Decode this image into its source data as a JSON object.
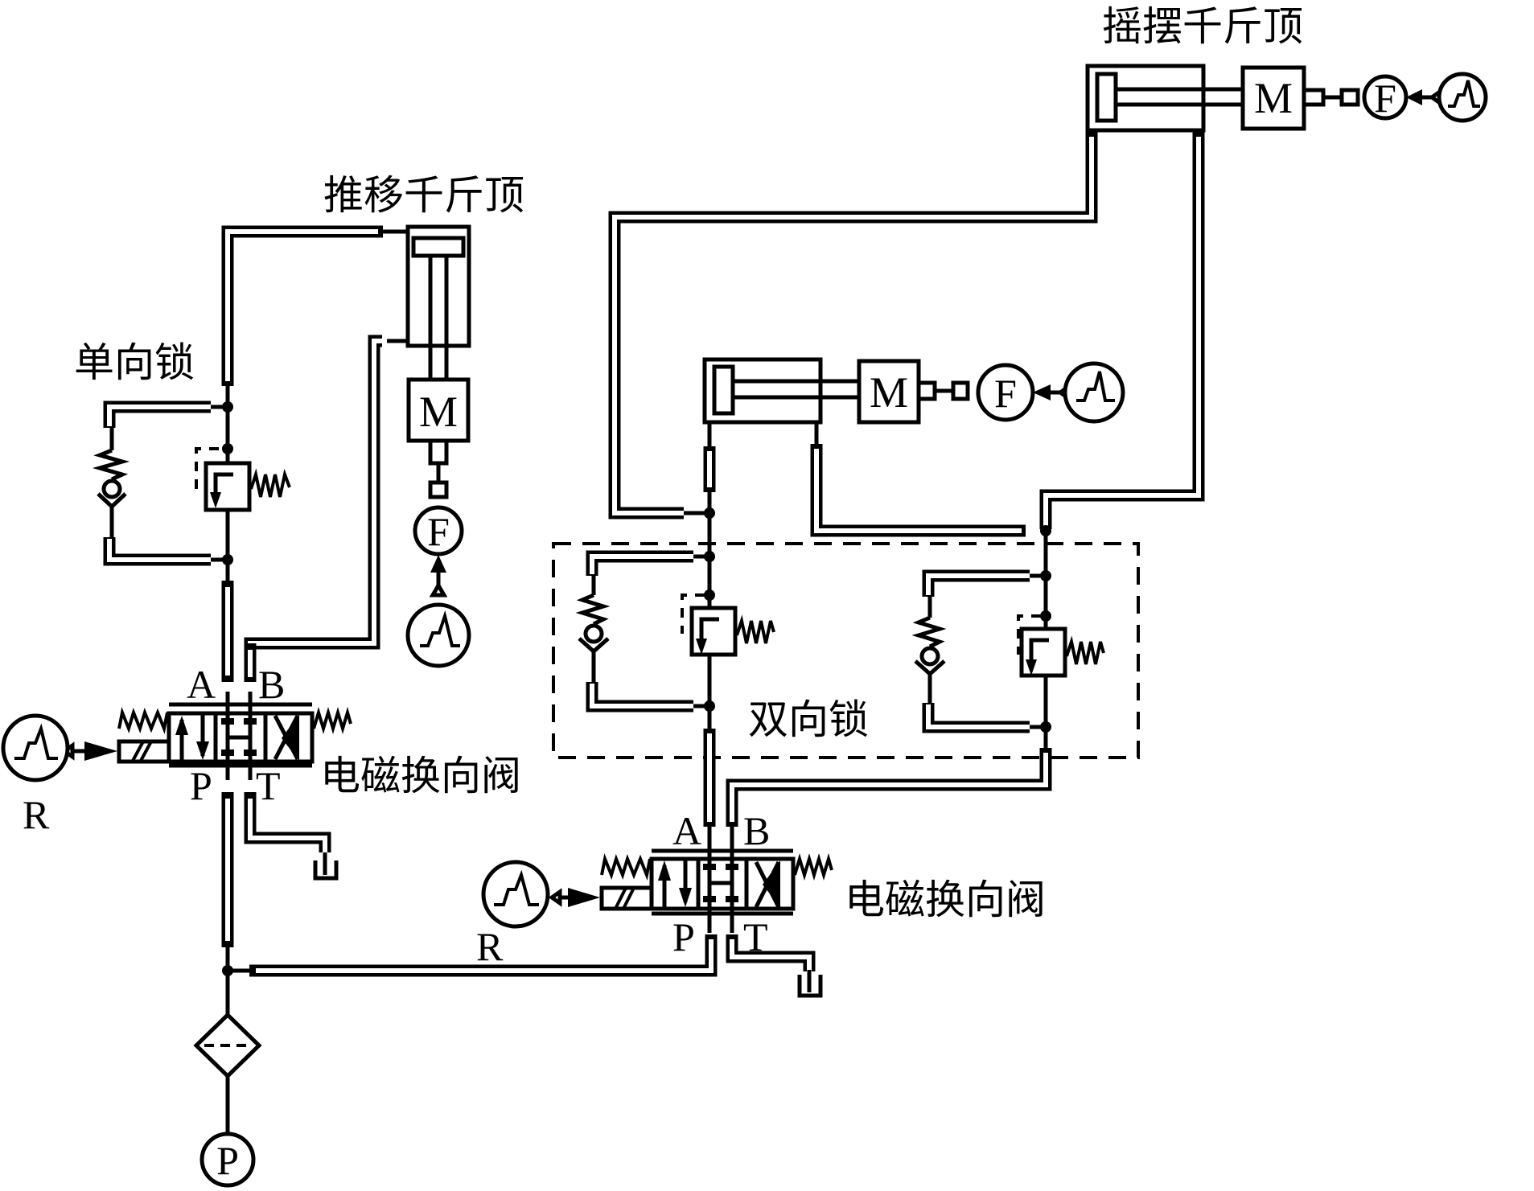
{
  "labels": {
    "swing_jack": "摇摆千斤顶",
    "push_jack": "推移千斤顶",
    "single_lock": "单向锁",
    "double_lock": "双向锁",
    "valve_left": "电磁换向阀",
    "valve_right": "电磁换向阀"
  },
  "ports": {
    "A": "A",
    "B": "B",
    "P": "P",
    "T": "T"
  },
  "symbols": {
    "mass": "M",
    "force": "F",
    "signal_left": "R",
    "signal_right": "R",
    "pump": "P"
  },
  "icons": [
    "signal-source-icon",
    "force-source-icon",
    "mass-icon",
    "pump-icon",
    "filter-icon",
    "tank-icon",
    "check-valve-icon",
    "pilot-check-valve-icon",
    "solenoid-valve-icon",
    "hydraulic-cylinder-icon"
  ]
}
